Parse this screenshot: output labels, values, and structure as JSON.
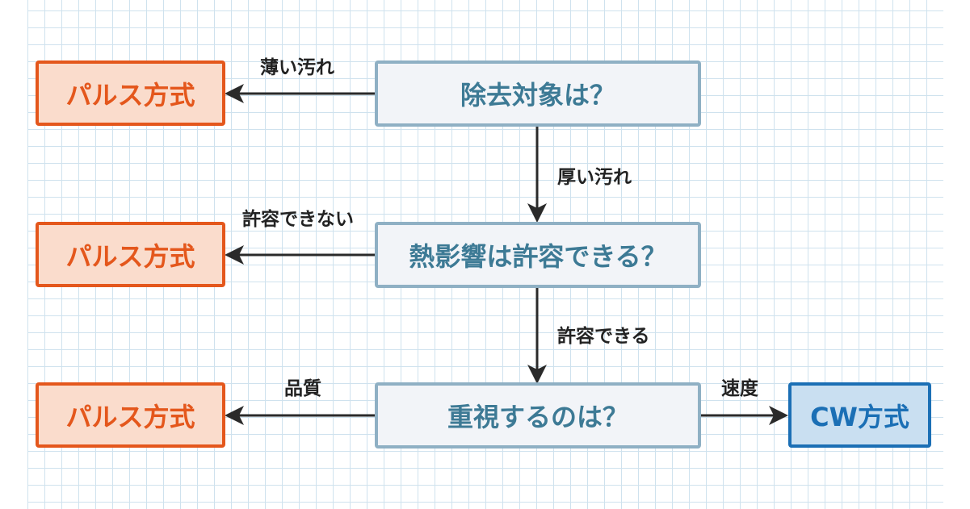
{
  "colors": {
    "question_fill": "#f2f4f8",
    "question_border": "#8fb0c4",
    "question_text": "#3d7a95",
    "pulse_fill": "#fadccc",
    "pulse_border": "#e4571c",
    "cw_fill": "#c9dff1",
    "cw_border": "#1b6fb5",
    "arrow": "#2a2a2a",
    "grid": "#cfe2ee"
  },
  "nodes": {
    "q1": "除去対象は？",
    "q2": "熱影響は許容できる？",
    "q3": "重視するのは？",
    "pulse1": "パルス方式",
    "pulse2": "パルス方式",
    "pulse3": "パルス方式",
    "cw": "CW方式"
  },
  "edges": {
    "q1_to_pulse1": "薄い汚れ",
    "q1_to_q2": "厚い汚れ",
    "q2_to_pulse2": "許容できない",
    "q2_to_q3": "許容できる",
    "q3_to_pulse3": "品質",
    "q3_to_cw": "速度"
  }
}
